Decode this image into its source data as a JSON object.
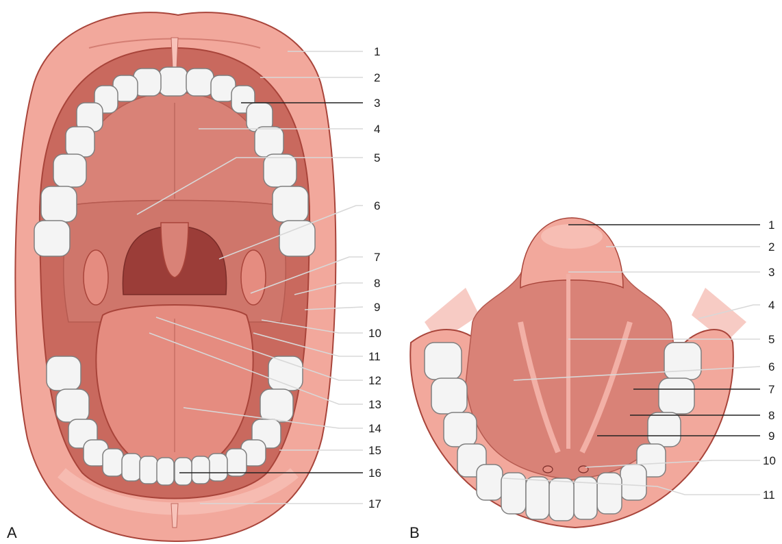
{
  "panels": [
    {
      "letter": "A",
      "labels": [
        "1",
        "2",
        "3",
        "4",
        "5",
        "6",
        "7",
        "8",
        "9",
        "10",
        "11",
        "12",
        "13",
        "14",
        "15",
        "16",
        "17"
      ]
    },
    {
      "letter": "B",
      "labels": [
        "1",
        "2",
        "3",
        "4",
        "5",
        "6",
        "7",
        "8",
        "9",
        "10",
        "11"
      ]
    }
  ],
  "colors": {
    "lip": "#f2a89c",
    "lip_light": "#f8c3ba",
    "outline": "#a8443a",
    "cavity": "#c9695e",
    "palate": "#d98277",
    "throat": "#9b3d38",
    "tongue": "#e58c80",
    "tooth": "#f4f4f4",
    "tooth_edge": "#7f7f7f",
    "leader_light": "#d8d8d8",
    "leader_dark": "#222222"
  }
}
